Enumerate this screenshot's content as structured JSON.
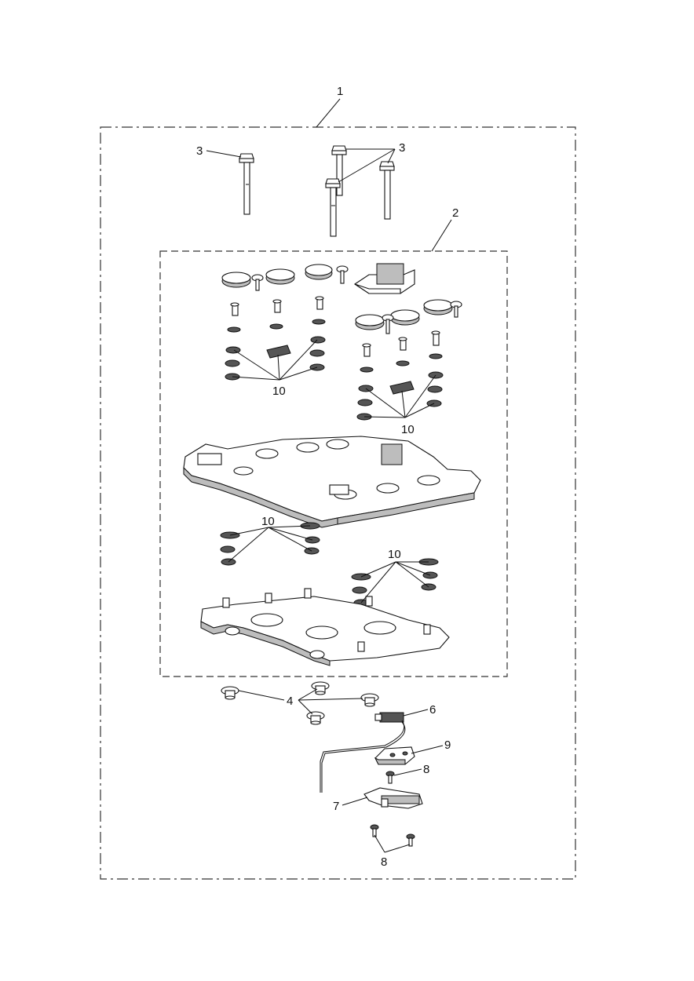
{
  "callouts": {
    "c1": "1",
    "c2": "2",
    "c3a": "3",
    "c3b": "3",
    "c4": "4",
    "c6": "6",
    "c7": "7",
    "c8a": "8",
    "c8b": "8",
    "c9": "9",
    "c10a": "10",
    "c10b": "10",
    "c10c": "10",
    "c10d": "10"
  }
}
